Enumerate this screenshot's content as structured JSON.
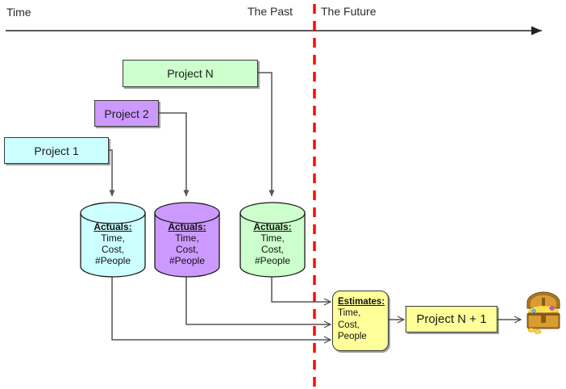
{
  "diagram": {
    "title_axis": "Time",
    "past_label": "The Past",
    "future_label": "The Future"
  },
  "colors": {
    "project1": "#CCFFFF",
    "project2": "#CC99FF",
    "projectN": "#CCFFCC",
    "estimates": "#FFFF99",
    "projectN1": "#FFFF99",
    "divider": "#FF0000",
    "stroke": "#3A3A3A",
    "connector": "#555555"
  },
  "projects": [
    {
      "label": "Project 1",
      "color_key": "project1"
    },
    {
      "label": "Project 2",
      "color_key": "project2"
    },
    {
      "label": "Project N",
      "color_key": "projectN"
    }
  ],
  "actuals": [
    {
      "header": "Actuals:",
      "line1": "Time,",
      "line2": "Cost,",
      "line3": "#People",
      "color_key": "project1"
    },
    {
      "header": "Actuals:",
      "line1": "Time,",
      "line2": "Cost,",
      "line3": "#People",
      "color_key": "project2"
    },
    {
      "header": "Actuals:",
      "line1": "Time,",
      "line2": "Cost,",
      "line3": "#People",
      "color_key": "projectN"
    }
  ],
  "estimates": {
    "header": "Estimates:",
    "line1": "Time,",
    "line2": "Cost,",
    "line3": "People"
  },
  "next_project": {
    "label": "Project N + 1"
  },
  "outcome": {
    "icon": "treasure-chest-icon"
  }
}
